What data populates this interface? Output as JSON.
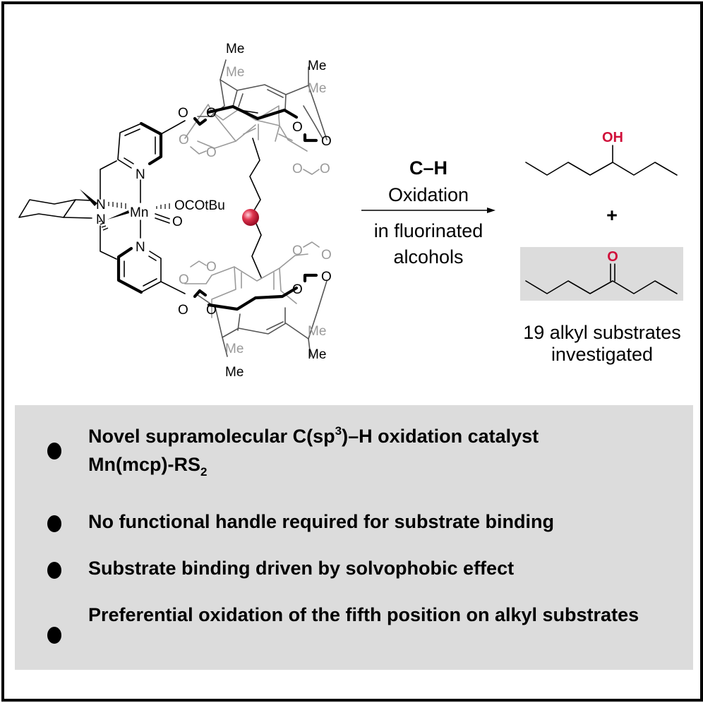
{
  "catalyst": {
    "metal": "Mn",
    "amine_n_top": "N",
    "amine_n_bottom": "N",
    "pyridine_n_top": "N",
    "pyridine_n_bottom": "N",
    "carboxylate_ligand": "OCOtBu",
    "oxo_ligand": "O",
    "cavitand_oxygen": "O",
    "methyl": "Me",
    "substrate_highlight_color": "#d0103a"
  },
  "reaction": {
    "reagent_line1": "C–H",
    "reagent_line2": "Oxidation",
    "condition_line1": "in fluorinated",
    "condition_line2": "alcohols",
    "arrow_icon": "right-arrow-icon"
  },
  "products": {
    "alcohol_label": "OH",
    "plus": "+",
    "ketone_label": "O",
    "heteroatom_color": "#d0103a",
    "highlight_box_color": "#dcdcdc",
    "caption_line1": "19 alkyl substrates",
    "caption_line2": "investigated"
  },
  "highlights": {
    "background_color": "#dcdcdc",
    "items": [
      {
        "parts": [
          "Novel supramolecular C(sp",
          "3",
          ")–H oxidation catalyst",
          "Mn(mcp)-RS",
          "2"
        ]
      },
      {
        "text": "No functional handle required for substrate binding"
      },
      {
        "text": "Substrate binding driven by solvophobic effect"
      },
      {
        "text": "Preferential oxidation of the fifth position on alkyl substrates"
      }
    ]
  }
}
